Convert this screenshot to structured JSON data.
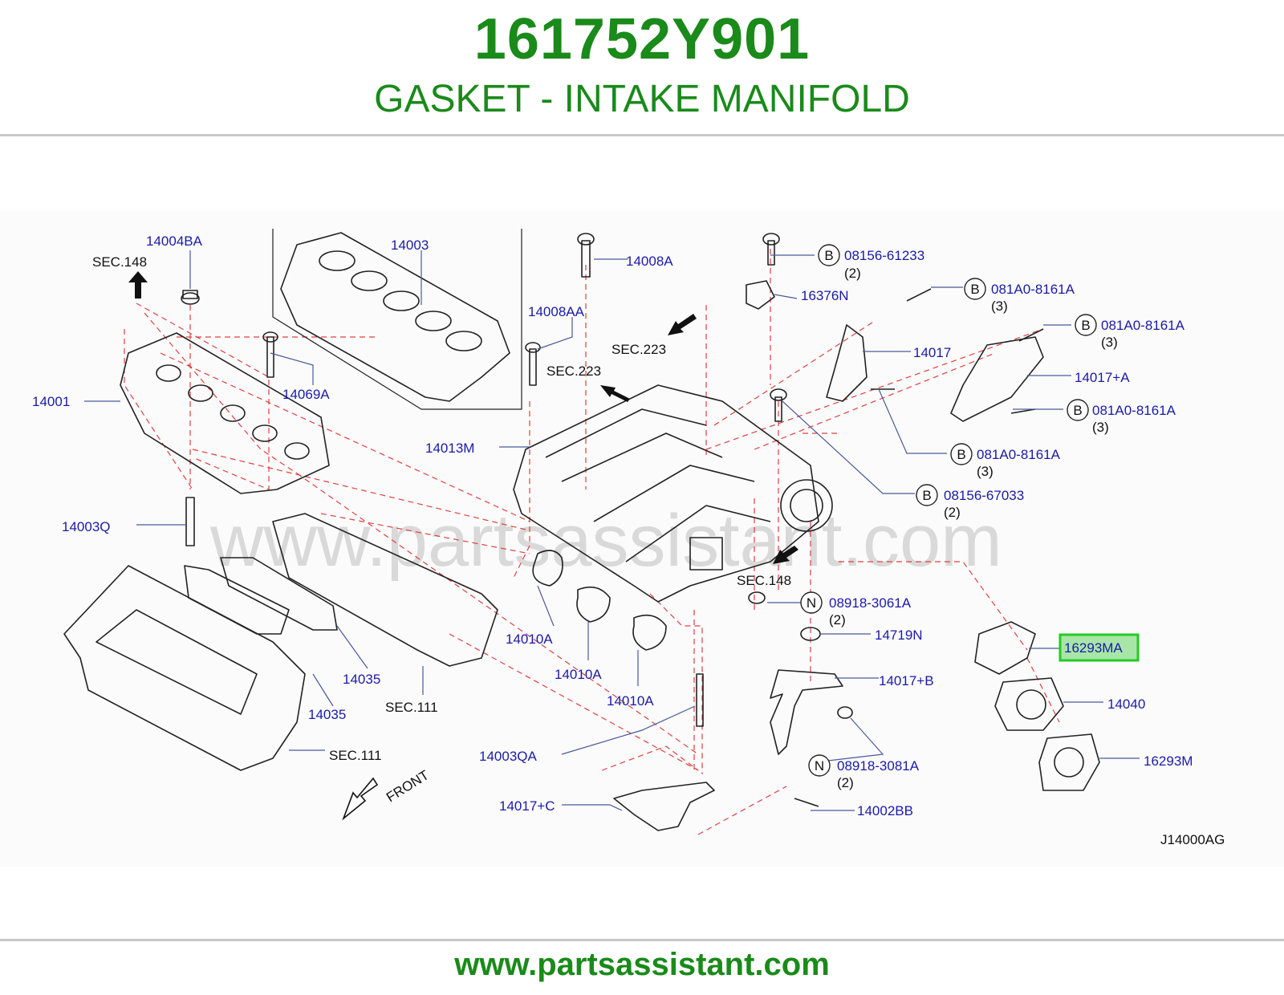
{
  "header": {
    "part_number": "161752Y901",
    "part_name": "GASKET - INTAKE MANIFOLD"
  },
  "watermark": "www.partsassistant.com",
  "footer": {
    "url": "www.partsassistant.com"
  },
  "colors": {
    "brand_green": "#1a8a1a",
    "label_blue": "#1a1aa8",
    "leader_red": "#e04040",
    "highlight_green": "#22cc22",
    "highlight_fill": "#a8e6a8"
  },
  "diagram": {
    "code": "J14000AG",
    "front_label": "FRONT",
    "highlighted_part": "16293MA",
    "sec_refs": {
      "sec148_a": "SEC.148",
      "sec148_b": "SEC.148",
      "sec223_a": "SEC.223",
      "sec223_b": "SEC.223",
      "sec111_a": "SEC.111",
      "sec111_b": "SEC.111"
    },
    "parts": {
      "p14004BA": "14004BA",
      "p14003": "14003",
      "p14008A": "14008A",
      "p14008AA": "14008AA",
      "p14069A": "14069A",
      "p14001": "14001",
      "p14013M": "14013M",
      "p14003Q": "14003Q",
      "p14010A_1": "14010A",
      "p14010A_2": "14010A",
      "p14010A_3": "14010A",
      "p14035_1": "14035",
      "p14035_2": "14035",
      "p14003QA": "14003QA",
      "p14017C": "14017+C",
      "p16376N": "16376N",
      "p14017": "14017",
      "p14017A": "14017+A",
      "p14719N": "14719N",
      "p14017B": "14017+B",
      "p16293MA": "16293MA",
      "p14040": "14040",
      "p16293M": "16293M",
      "p14002BB": "14002BB"
    },
    "callouts": [
      {
        "letter": "B",
        "part": "08156-61233",
        "qty": "(2)"
      },
      {
        "letter": "B",
        "part": "081A0-8161A",
        "qty": "(3)"
      },
      {
        "letter": "B",
        "part": "081A0-8161A",
        "qty": "(3)"
      },
      {
        "letter": "B",
        "part": "081A0-8161A",
        "qty": "(3)"
      },
      {
        "letter": "B",
        "part": "081A0-8161A",
        "qty": "(3)"
      },
      {
        "letter": "B",
        "part": "08156-67033",
        "qty": "(2)"
      },
      {
        "letter": "N",
        "part": "08918-3061A",
        "qty": "(2)"
      },
      {
        "letter": "N",
        "part": "08918-3081A",
        "qty": "(2)"
      }
    ]
  }
}
